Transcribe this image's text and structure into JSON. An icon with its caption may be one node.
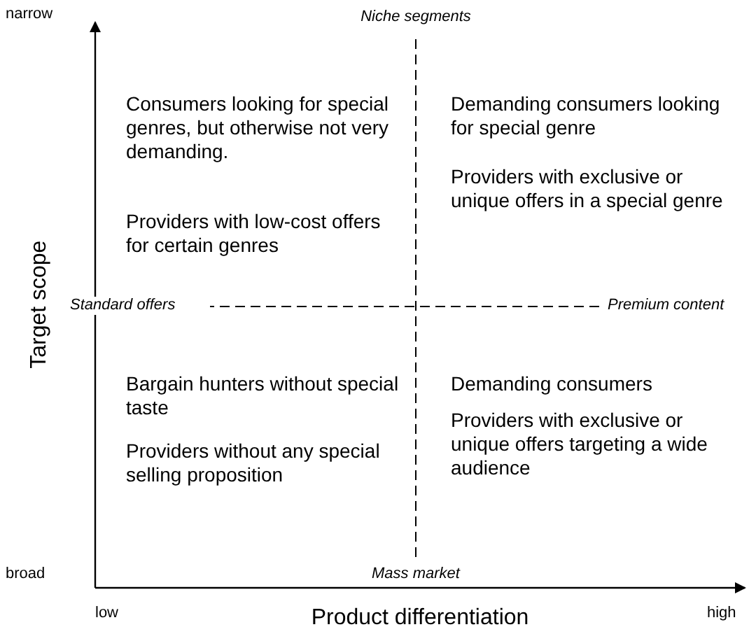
{
  "diagram": {
    "labels": [
      "narrow",
      "Niche segments",
      "Consumers looking for special genres, but otherwise not very demanding.",
      "Providers with low-cost offers for certain genres",
      "Demanding consumers looking for special genre",
      "Providers with exclusive or unique offers in a special genre",
      "Target scope",
      "Standard offers",
      "Premium content",
      "Bargain hunters without special taste",
      "Providers without any special selling proposition",
      "Demanding consumers",
      "Providers with exclusive or unique offers targeting a wide audience",
      "broad",
      "Mass market",
      "low",
      "Product differentiation",
      "high"
    ]
  }
}
